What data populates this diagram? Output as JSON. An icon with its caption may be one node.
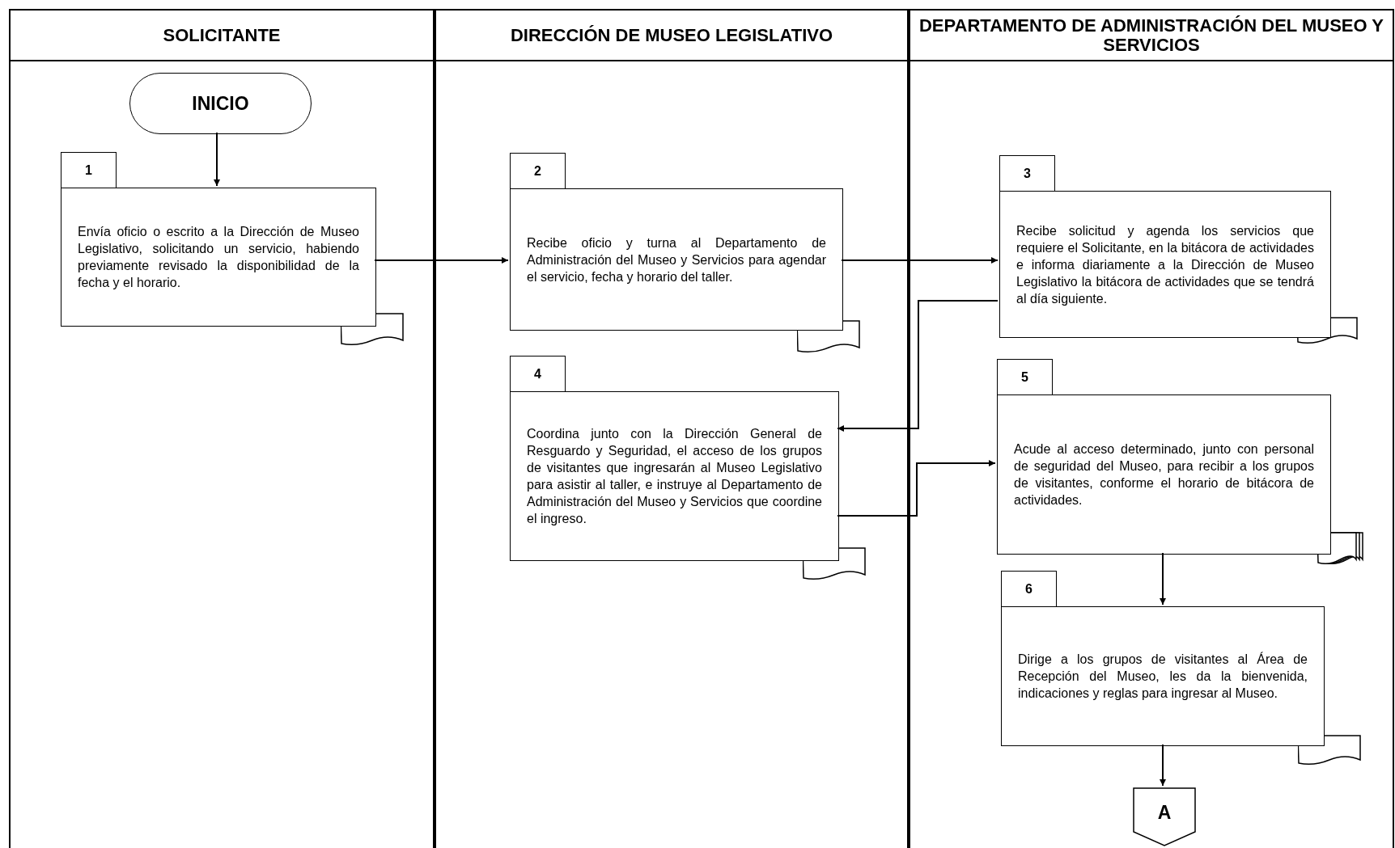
{
  "diagram": {
    "nodes": [
      {
        "text": [
          "SOLICITANTE"
        ]
      },
      {
        "text": [
          "DIRECCIÓN DE MUSEO LEGISLATIVO"
        ]
      },
      {
        "text": [
          "DEPARTAMENTO DE ADMINISTRACIÓN DEL MUSEO Y SERVICIOS"
        ]
      },
      {
        "text": [
          "INICIO"
        ],
        "in": 0
      },
      {
        "text": [
          "Envía oficio o escrito a la Dirección de Museo Legislativo, solicitando un servicio, habiendo previamente revisado la disponibilidad de la fecha y el horario."
        ],
        "in": 0
      },
      {
        "text": [
          "Recibe oficio y turna al Departamento de Administración del Museo y Servicios para agendar el servicio, fecha y horario del taller."
        ],
        "in": 1
      },
      {
        "text": [
          "Recibe solicitud y agenda los servicios que requiere el Solicitante, en la bitácora de actividades e informa diariamente a la Dirección de Museo Legislativo la bitácora de actividades que se tendrá al día siguiente."
        ],
        "in": 2
      },
      {
        "text": [
          "Coordina junto con la Dirección General de Resguardo y Seguridad, el acceso de los grupos de visitantes que ingresarán al Museo Legislativo para asistir al taller, e instruye al Departamento de Administración del Museo y Servicios que coordine el ingreso."
        ],
        "in": 1
      },
      {
        "text": [
          "Acude al acceso determinado, junto con personal de seguridad del Museo, para recibir a los grupos de visitantes, conforme el horario de bitácora de actividades."
        ],
        "in": 2
      },
      {
        "text": [
          "Dirige a los grupos de visitantes al Área de Recepción del Museo, les da la bienvenida, indicaciones y reglas para ingresar al Museo."
        ],
        "in": 2
      },
      {
        "text": [
          "A"
        ],
        "in": 2
      }
    ],
    "edges": [
      {
        "from": 3,
        "to": 4,
        "arrow": "to"
      },
      {
        "from": 4,
        "to": 5,
        "arrow": "to"
      },
      {
        "from": 5,
        "to": 6,
        "arrow": "to"
      },
      {
        "from": 6,
        "to": 7,
        "arrow": "to"
      },
      {
        "from": 7,
        "to": 8,
        "arrow": "to"
      },
      {
        "from": 8,
        "to": 9,
        "arrow": "to"
      },
      {
        "from": 9,
        "to": 10,
        "arrow": "to"
      }
    ],
    "labels": [
      "1",
      "2",
      "3",
      "4",
      "5",
      "6"
    ]
  }
}
